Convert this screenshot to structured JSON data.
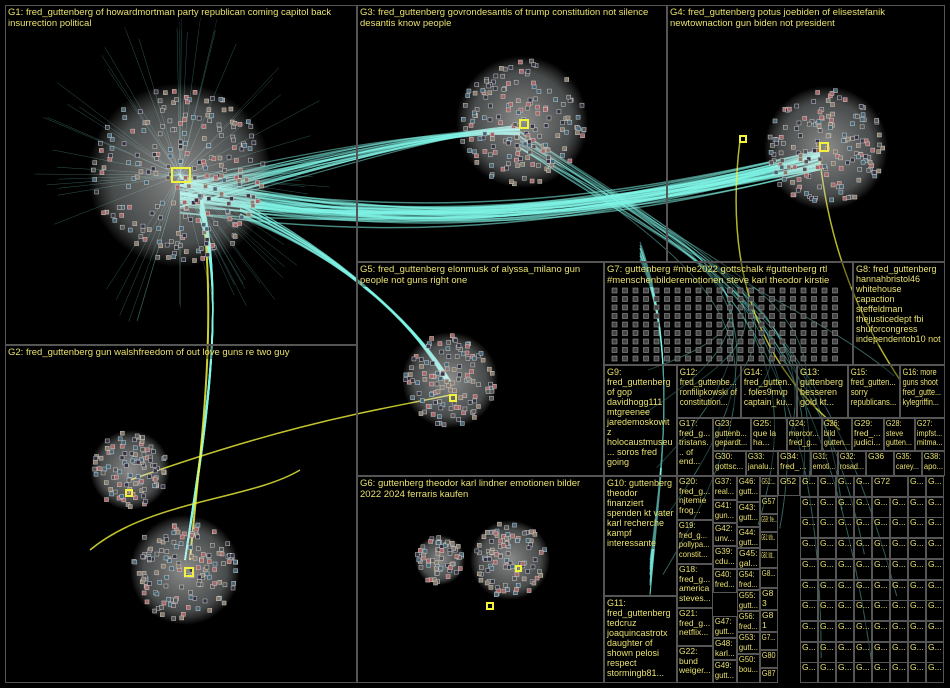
{
  "title": "fred_guttenberg network graph",
  "colors": {
    "background": "#000000",
    "edge": "#7ff5e8",
    "highlight_edge": "#f2f23a",
    "label": "#e8e070",
    "node_glow": "#ffffff",
    "border": "#555555"
  },
  "groups": [
    {
      "id": "G1",
      "label": "G1: fred_guttenberg of howardmortman party republican coming capitol back insurrection political"
    },
    {
      "id": "G3",
      "label": "G3: fred_guttenberg govrondesantis of trump constitution not silence desantis know people"
    },
    {
      "id": "G4",
      "label": "G4: fred_guttenberg potus joebiden of elisestefanik newtownaction gun biden not president"
    },
    {
      "id": "G5",
      "label": "G5: fred_guttenberg elonmusk of alyssa_milano gun people not guns right one"
    },
    {
      "id": "G7",
      "label": "G7: guttenberg #mbe2022 gottschalk #guttenberg rtl #menschenbilderemotionen steve karl theodor kirstie"
    },
    {
      "id": "G8",
      "label": "G8: fred_guttenberg hannahbristol46 whitehouse capaction steffeldman thejusticedept fbi shuforcongress independentob10 not"
    },
    {
      "id": "G2",
      "label": "G2: fred_guttenberg gun walshfreedom of out love guns re two guy"
    },
    {
      "id": "G6",
      "label": "G6: guttenberg theodor karl lindner emotionen bilder 2022 2024 ferraris kaufen"
    },
    {
      "id": "G9",
      "label": "G9: fred_guttenberg of gop davidhogg111 mtgreenee jaredemoskowitz holocaustmuseu... soros fred going"
    },
    {
      "id": "G12",
      "label": "G12: fred_guttenbe... ronfilipkowski of constitution..."
    },
    {
      "id": "G14",
      "label": "G14: fred_gutten... foles9mvp captain_ku..."
    },
    {
      "id": "G13",
      "label": "G13: guttenberg besseren gold kt..."
    },
    {
      "id": "G15",
      "label": "G15: fred_gutten... sorry republicans..."
    },
    {
      "id": "G16",
      "label": "G16: more guns shoot fred_gutte... kylegriffin..."
    },
    {
      "id": "G17",
      "label": "G17: fred_g... tristans... of end..."
    },
    {
      "id": "G23",
      "label": "G23: guttenb... gepardt..."
    },
    {
      "id": "G25",
      "label": "G25: que la ha..."
    },
    {
      "id": "G24",
      "label": "G24: marcor... fred_g..."
    },
    {
      "id": "G26",
      "label": "G26: bild gutten..."
    },
    {
      "id": "G29",
      "label": "G29: fred_... judici..."
    },
    {
      "id": "G28",
      "label": "G28: steve gutten..."
    },
    {
      "id": "G27",
      "label": "G27: impfst... mitma..."
    },
    {
      "id": "G30",
      "label": "G30: gottsc..."
    },
    {
      "id": "G33",
      "label": "G33: janalu..."
    },
    {
      "id": "G34",
      "label": "G34: fred_..."
    },
    {
      "id": "G31",
      "label": "G31: emoti..."
    },
    {
      "id": "G32",
      "label": "G32: rosad..."
    },
    {
      "id": "G36",
      "label": "G36"
    },
    {
      "id": "G35",
      "label": "G35: carey..."
    },
    {
      "id": "G38",
      "label": "G38: apo..."
    },
    {
      "id": "G10",
      "label": "G10: guttenberg theodor finanziert spenden kt vater karl recherche kampf interessante"
    },
    {
      "id": "G11",
      "label": "G11: fred_guttenberg tedcruz joaquincastrotx daughter of shown pelosi respect stormingb81..."
    },
    {
      "id": "G20",
      "label": "G20: fred_g... njtemie frog..."
    },
    {
      "id": "G19",
      "label": "G19: fred_g... pollypa... constit..."
    },
    {
      "id": "G18",
      "label": "G18: fred_g... america steves..."
    },
    {
      "id": "G21",
      "label": "G21: fred_g... netflix..."
    },
    {
      "id": "G22",
      "label": "G22: bund weiger..."
    },
    {
      "id": "G37",
      "label": "G37: real..."
    },
    {
      "id": "G41",
      "label": "G41: gun..."
    },
    {
      "id": "G42",
      "label": "G42: unv..."
    },
    {
      "id": "G39",
      "label": "G39: cdu..."
    },
    {
      "id": "G40",
      "label": "G40: fred..."
    },
    {
      "id": "G47",
      "label": "G47: gutt..."
    },
    {
      "id": "G48",
      "label": "G48: karl..."
    },
    {
      "id": "G49",
      "label": "G49: gutt..."
    },
    {
      "id": "G46",
      "label": "G46: gutt..."
    },
    {
      "id": "G43",
      "label": "G43: gutt..."
    },
    {
      "id": "G44",
      "label": "G44: gutt..."
    },
    {
      "id": "G45",
      "label": "G45: gal..."
    },
    {
      "id": "G54",
      "label": "G54: fred..."
    },
    {
      "id": "G55",
      "label": "G55: gutt..."
    },
    {
      "id": "G56",
      "label": "G56: fred..."
    },
    {
      "id": "G53",
      "label": "G53: gutt..."
    },
    {
      "id": "G50",
      "label": "G50: bou..."
    },
    {
      "id": "G51",
      "label": "G51:..."
    },
    {
      "id": "G57",
      "label": "G57"
    },
    {
      "id": "G59",
      "label": "G59: fre..."
    },
    {
      "id": "G61",
      "label": "G61: trib..."
    },
    {
      "id": "G60",
      "label": "G60: littl..."
    },
    {
      "id": "G8x",
      "label": "G8..."
    },
    {
      "id": "G83",
      "label": "G83"
    },
    {
      "id": "G81",
      "label": "G81"
    },
    {
      "id": "G7x",
      "label": "G7..."
    },
    {
      "id": "G80",
      "label": "G80"
    },
    {
      "id": "G87",
      "label": "G87"
    },
    {
      "id": "G52",
      "label": "G52"
    },
    {
      "id": "G72",
      "label": "G72"
    }
  ],
  "small_cell_label": "G..."
}
